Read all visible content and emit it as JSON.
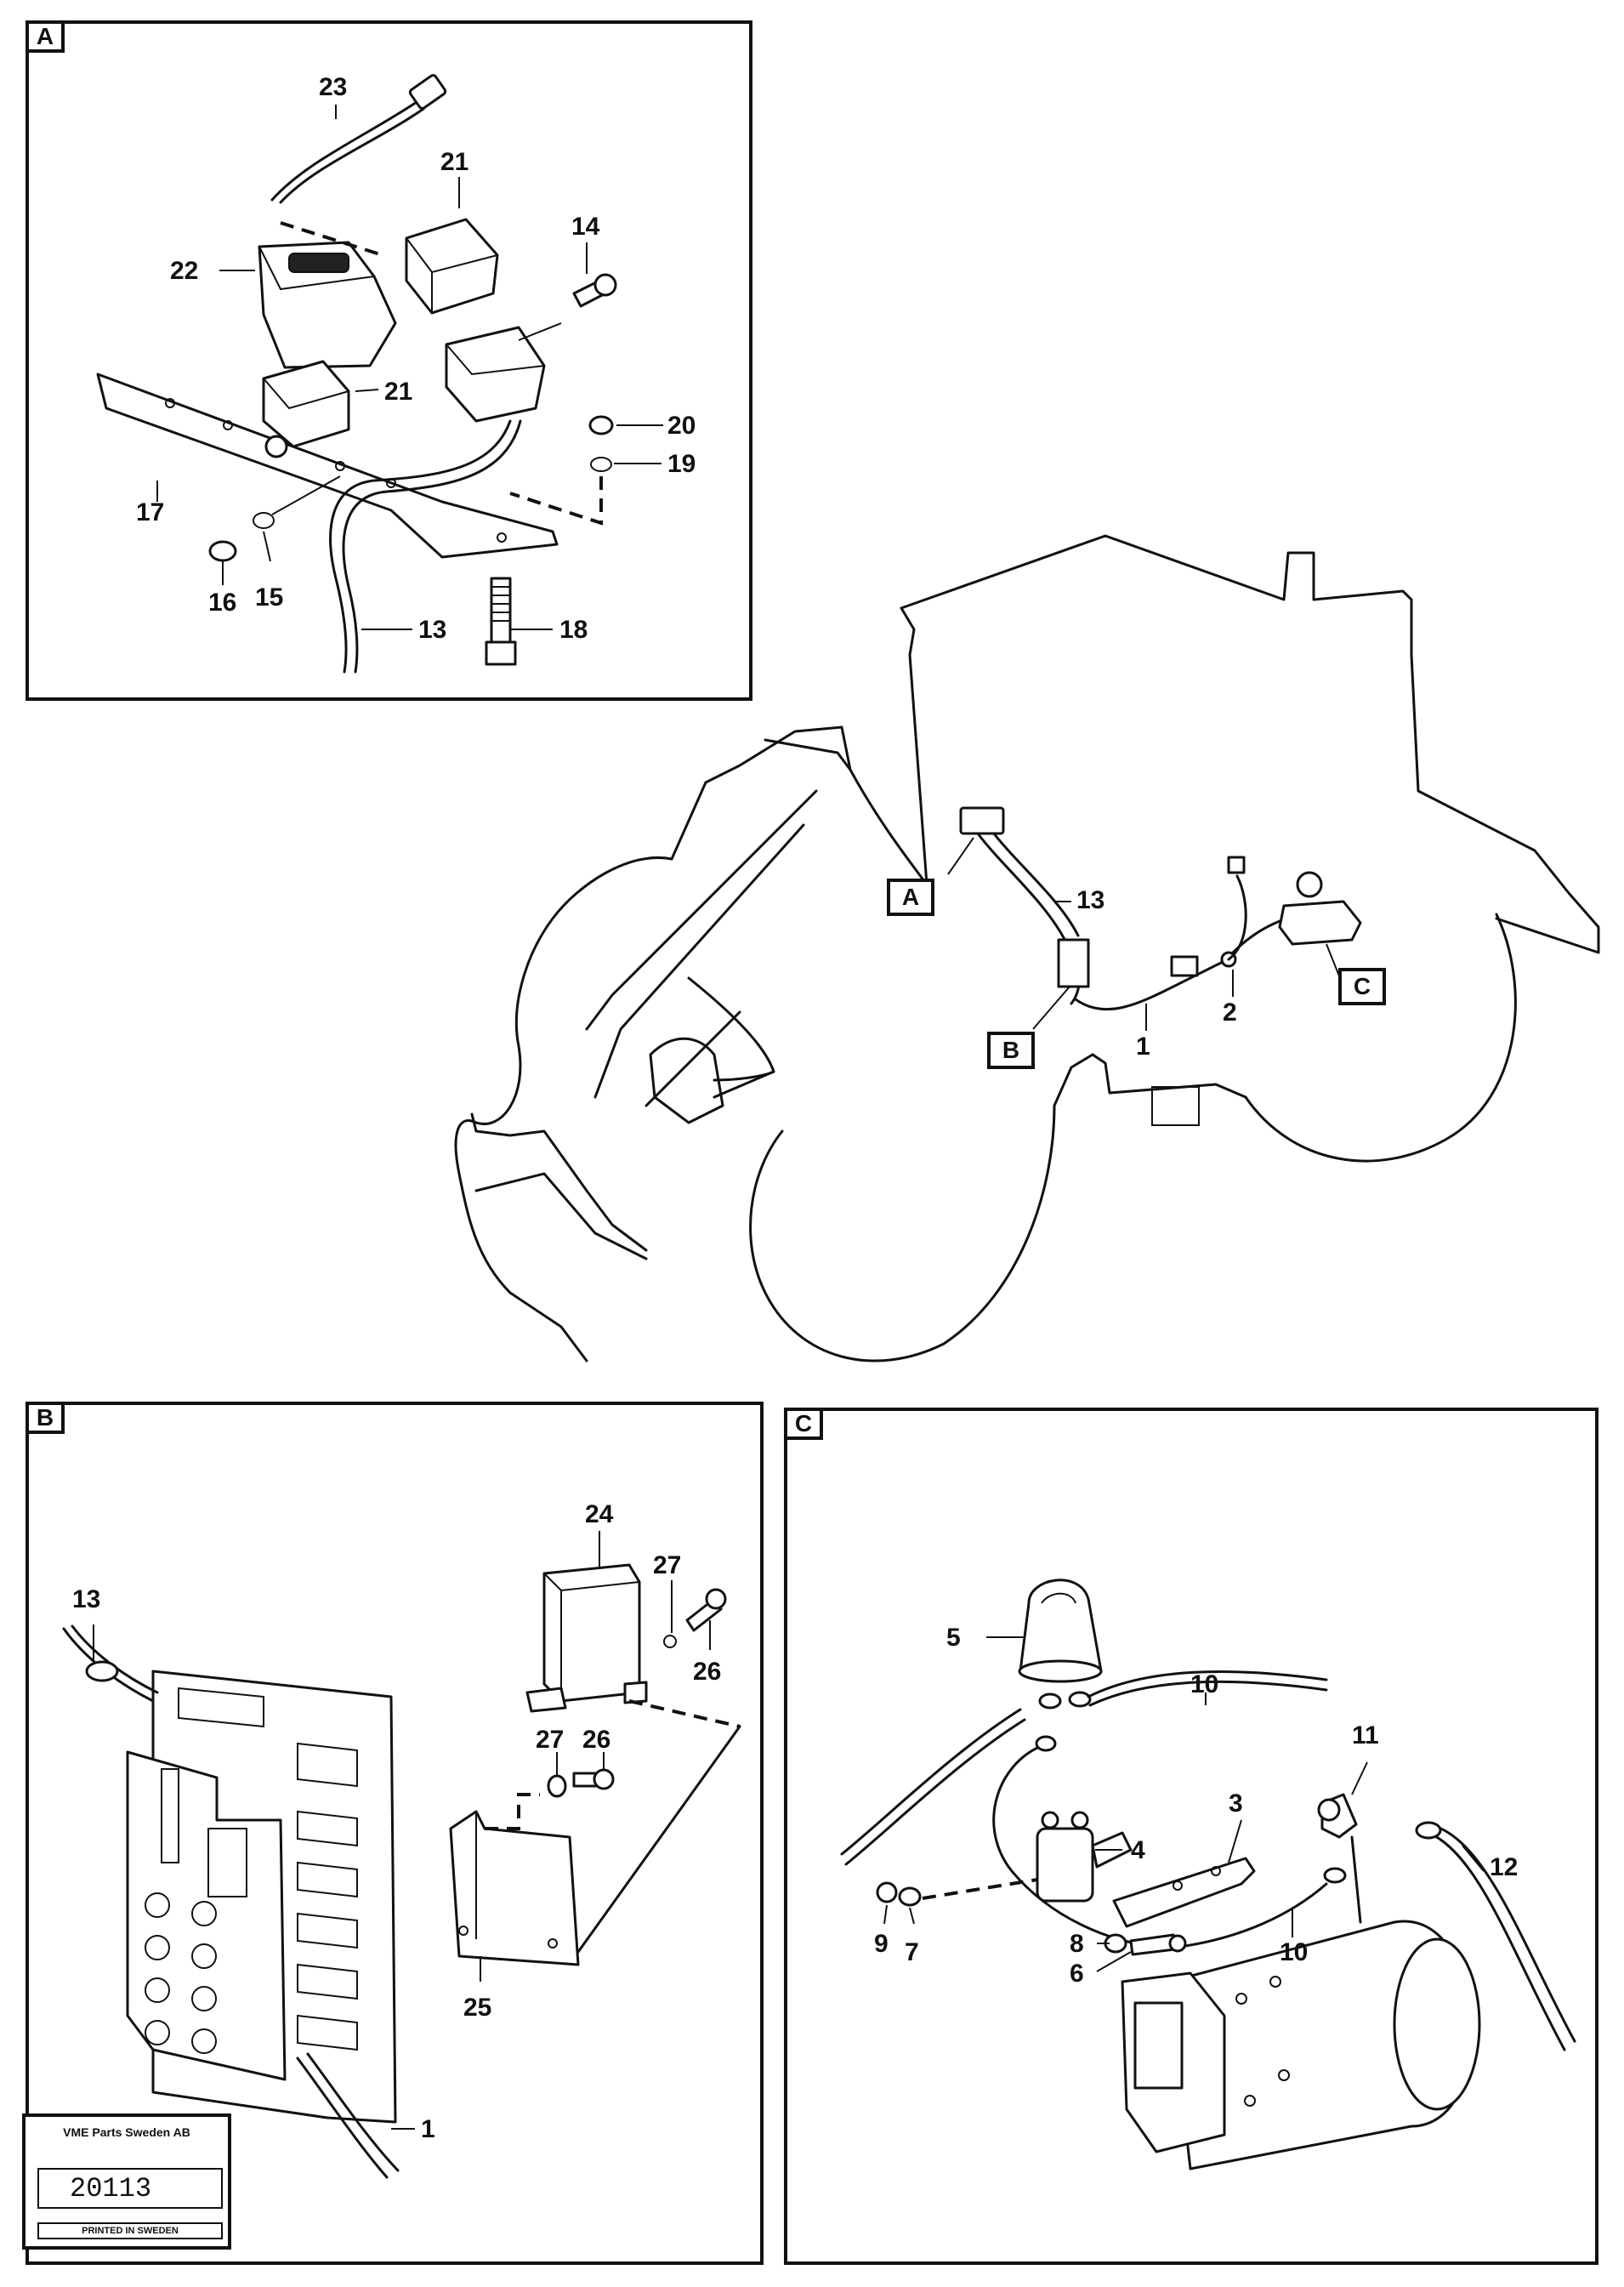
{
  "panels": {
    "a": {
      "tag": "A"
    },
    "b": {
      "tag": "B"
    },
    "c": {
      "tag": "C"
    }
  },
  "overview_callouts": {
    "a": "A",
    "b": "B",
    "c": "C"
  },
  "labels_a": [
    "23",
    "21",
    "14",
    "22",
    "21",
    "20",
    "19",
    "17",
    "16",
    "15",
    "13",
    "18"
  ],
  "labels_overview": [
    "13",
    "1",
    "2"
  ],
  "labels_b": [
    "13",
    "24",
    "27",
    "26",
    "27",
    "26",
    "25",
    "1"
  ],
  "labels_c": [
    "5",
    "10",
    "11",
    "4",
    "3",
    "12",
    "9",
    "7",
    "10",
    "8",
    "6"
  ],
  "stamp": {
    "company": "VME Parts Sweden AB",
    "number": "20113",
    "printed": "PRINTED IN SWEDEN"
  }
}
